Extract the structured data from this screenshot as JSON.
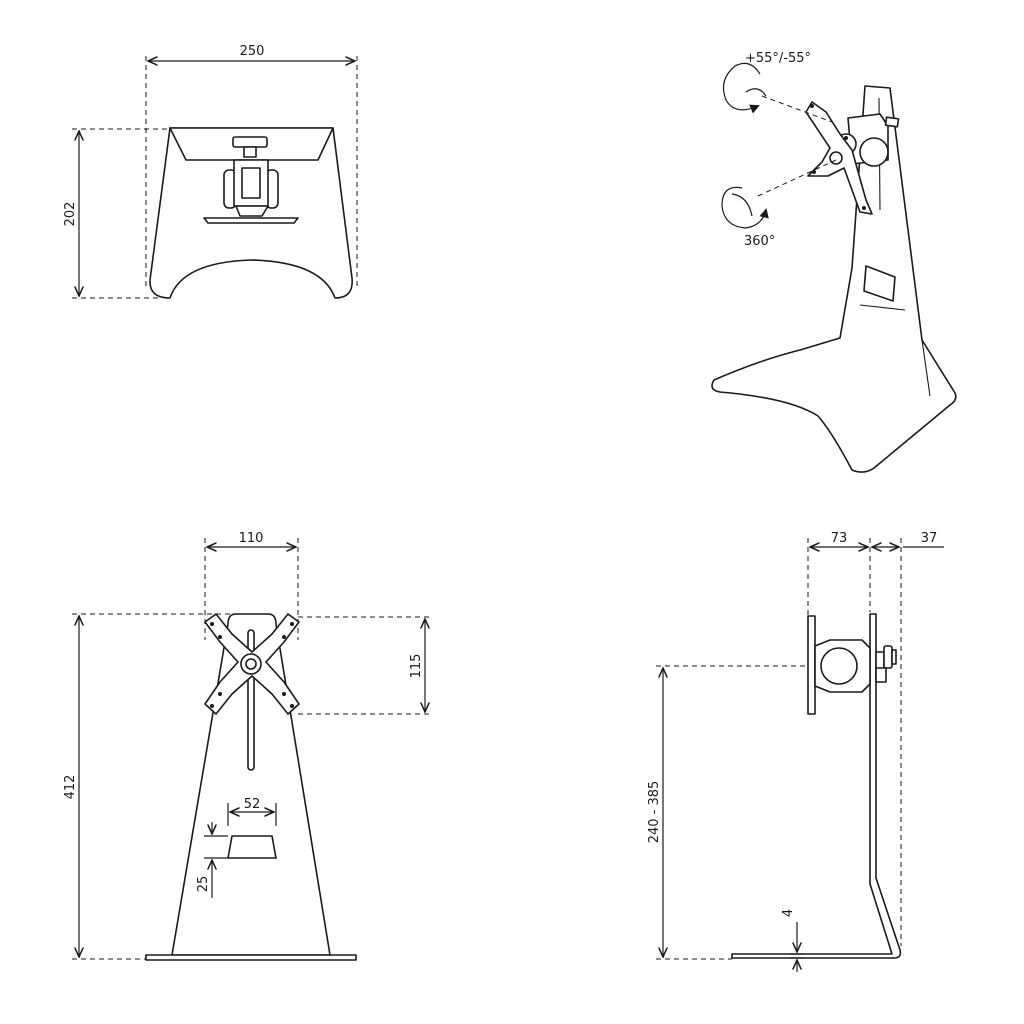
{
  "top_view": {
    "width_label": "250",
    "depth_label": "202"
  },
  "perspective_view": {
    "tilt_label": "+55°/-55°",
    "rotate_label": "360°"
  },
  "front_view": {
    "plate_width_label": "110",
    "height_label": "412",
    "plate_height_label": "115",
    "slot_width_label": "52",
    "slot_height_label": "25"
  },
  "side_view": {
    "bracket_depth_label": "73",
    "back_offset_label": "37",
    "height_range_label": "240 - 385",
    "thickness_label": "4"
  },
  "colors": {
    "line": "#1a1a1a",
    "background": "#ffffff"
  }
}
